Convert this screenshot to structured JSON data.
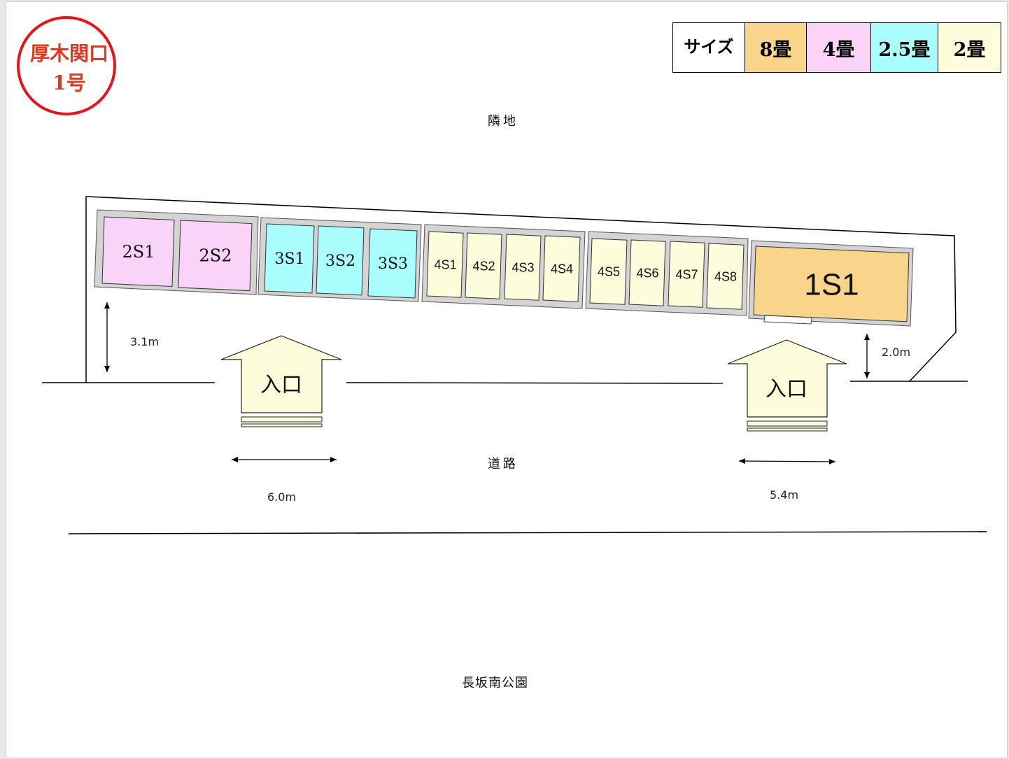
{
  "stamp": {
    "line1": "厚木関口",
    "line2": "1号"
  },
  "legend": {
    "cells": [
      {
        "label": "サイズ",
        "color": "#ffffff"
      },
      {
        "label": "8畳",
        "color": "#f9d58b"
      },
      {
        "label": "4畳",
        "color": "#f9d3f8"
      },
      {
        "label": "2.5畳",
        "color": "#a9fdfd"
      },
      {
        "label": "2畳",
        "color": "#fdfddb"
      }
    ]
  },
  "labels": {
    "neighbor": "隣地",
    "road": "道路",
    "park": "長坂南公園"
  },
  "units": [
    {
      "id": "2S1",
      "size": "4畳"
    },
    {
      "id": "2S2",
      "size": "4畳"
    },
    {
      "id": "3S1",
      "size": "2.5畳"
    },
    {
      "id": "3S2",
      "size": "2.5畳"
    },
    {
      "id": "3S3",
      "size": "2.5畳"
    },
    {
      "id": "4S1",
      "size": "2畳"
    },
    {
      "id": "4S2",
      "size": "2畳"
    },
    {
      "id": "4S3",
      "size": "2畳"
    },
    {
      "id": "4S4",
      "size": "2畳"
    },
    {
      "id": "4S5",
      "size": "2畳"
    },
    {
      "id": "4S6",
      "size": "2畳"
    },
    {
      "id": "4S7",
      "size": "2畳"
    },
    {
      "id": "4S8",
      "size": "2畳"
    },
    {
      "id": "1S1",
      "size": "8畳"
    }
  ],
  "entrances": [
    {
      "label": "入口"
    },
    {
      "label": "入口"
    }
  ],
  "dimensions": [
    "3.1m",
    "2.0m",
    "6.0m",
    "5.4m"
  ],
  "colors": {
    "frame": "#d4d4d4",
    "arrow": "#fdfddb",
    "stamp": "#e8141b"
  }
}
